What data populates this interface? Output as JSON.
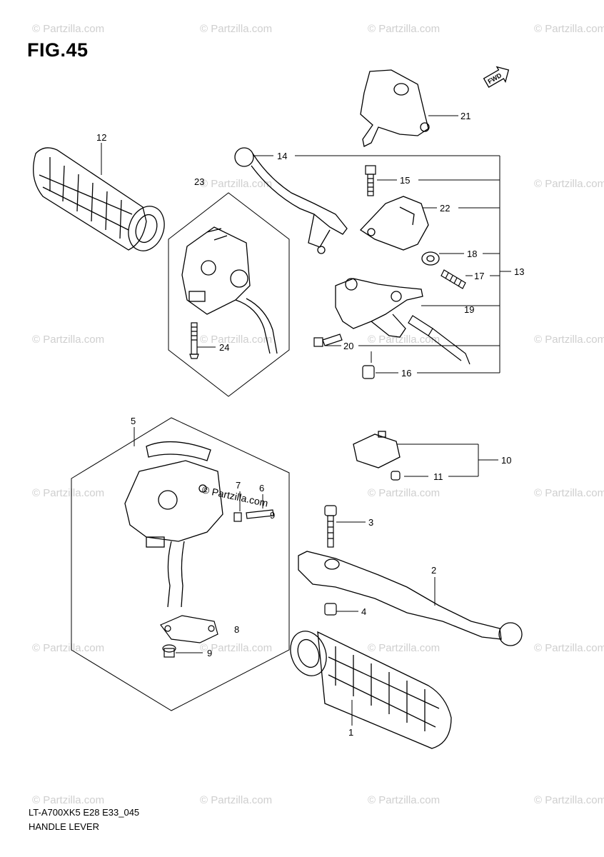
{
  "figure": {
    "title": "FIG.45"
  },
  "footer": {
    "code": "LT-A700XK5 E28 E33_045",
    "name": "HANDLE LEVER"
  },
  "direction_marker": {
    "label": "FWD"
  },
  "watermark": {
    "text": "© Partzilla.com"
  },
  "inline_watermark": {
    "text": "© Partzilla.com"
  },
  "callouts": {
    "c1": "1",
    "c2": "2",
    "c3": "3",
    "c4": "4",
    "c5": "5",
    "c6": "6",
    "c7": "7",
    "c8": "8",
    "c9a": "9",
    "c9b": "9",
    "c10": "10",
    "c11": "11",
    "c12": "12",
    "c13": "13",
    "c14": "14",
    "c15": "15",
    "c16": "16",
    "c17": "17",
    "c18": "18",
    "c19": "19",
    "c20": "20",
    "c21": "21",
    "c22": "22",
    "c23": "23",
    "c24": "24"
  }
}
